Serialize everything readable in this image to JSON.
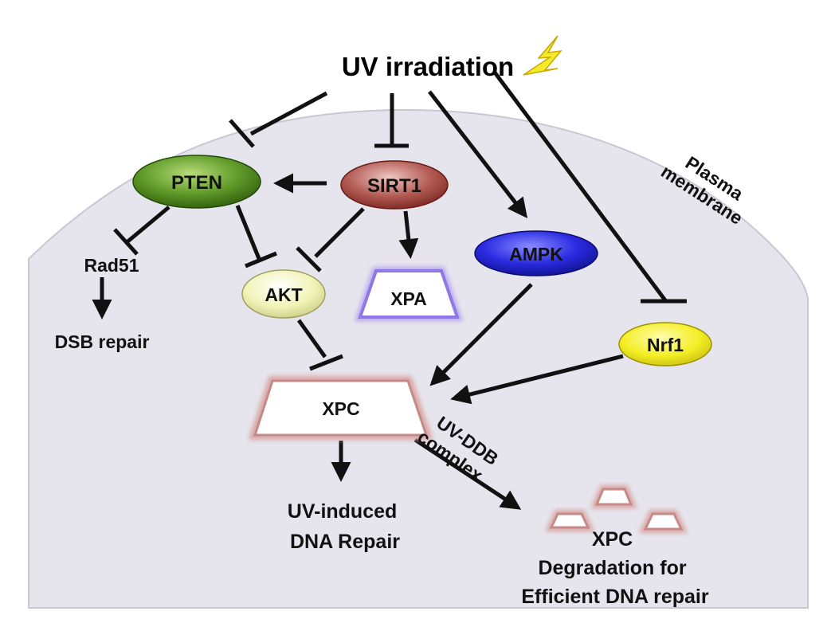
{
  "title": "UV irradiation",
  "membrane_label_line1": "Plasma",
  "membrane_label_line2": "membrane",
  "nodes": {
    "pten": "PTEN",
    "sirt1": "SIRT1",
    "ampk": "AMPK",
    "nrf1": "Nrf1",
    "akt": "AKT",
    "xpa": "XPA",
    "xpc": "XPC",
    "rad51": "Rad51",
    "dsb_repair": "DSB repair"
  },
  "uv_dna_repair_line1": "UV-induced",
  "uv_dna_repair_line2": "DNA Repair",
  "uv_ddb_line1": "UV-DDB",
  "uv_ddb_line2": "complex",
  "degradation_line1": "XPC",
  "degradation_line2": "Degradation for",
  "degradation_line3": "Efficient DNA repair",
  "colors": {
    "cell_fill": "#e6e4ec",
    "pten": "#4a7f1c",
    "sirt1": "#9b3b36",
    "ampk": "#2222c8",
    "nrf1": "#f5f02a",
    "akt": "#f1f3b6",
    "lightning": "#f4ea2a"
  }
}
